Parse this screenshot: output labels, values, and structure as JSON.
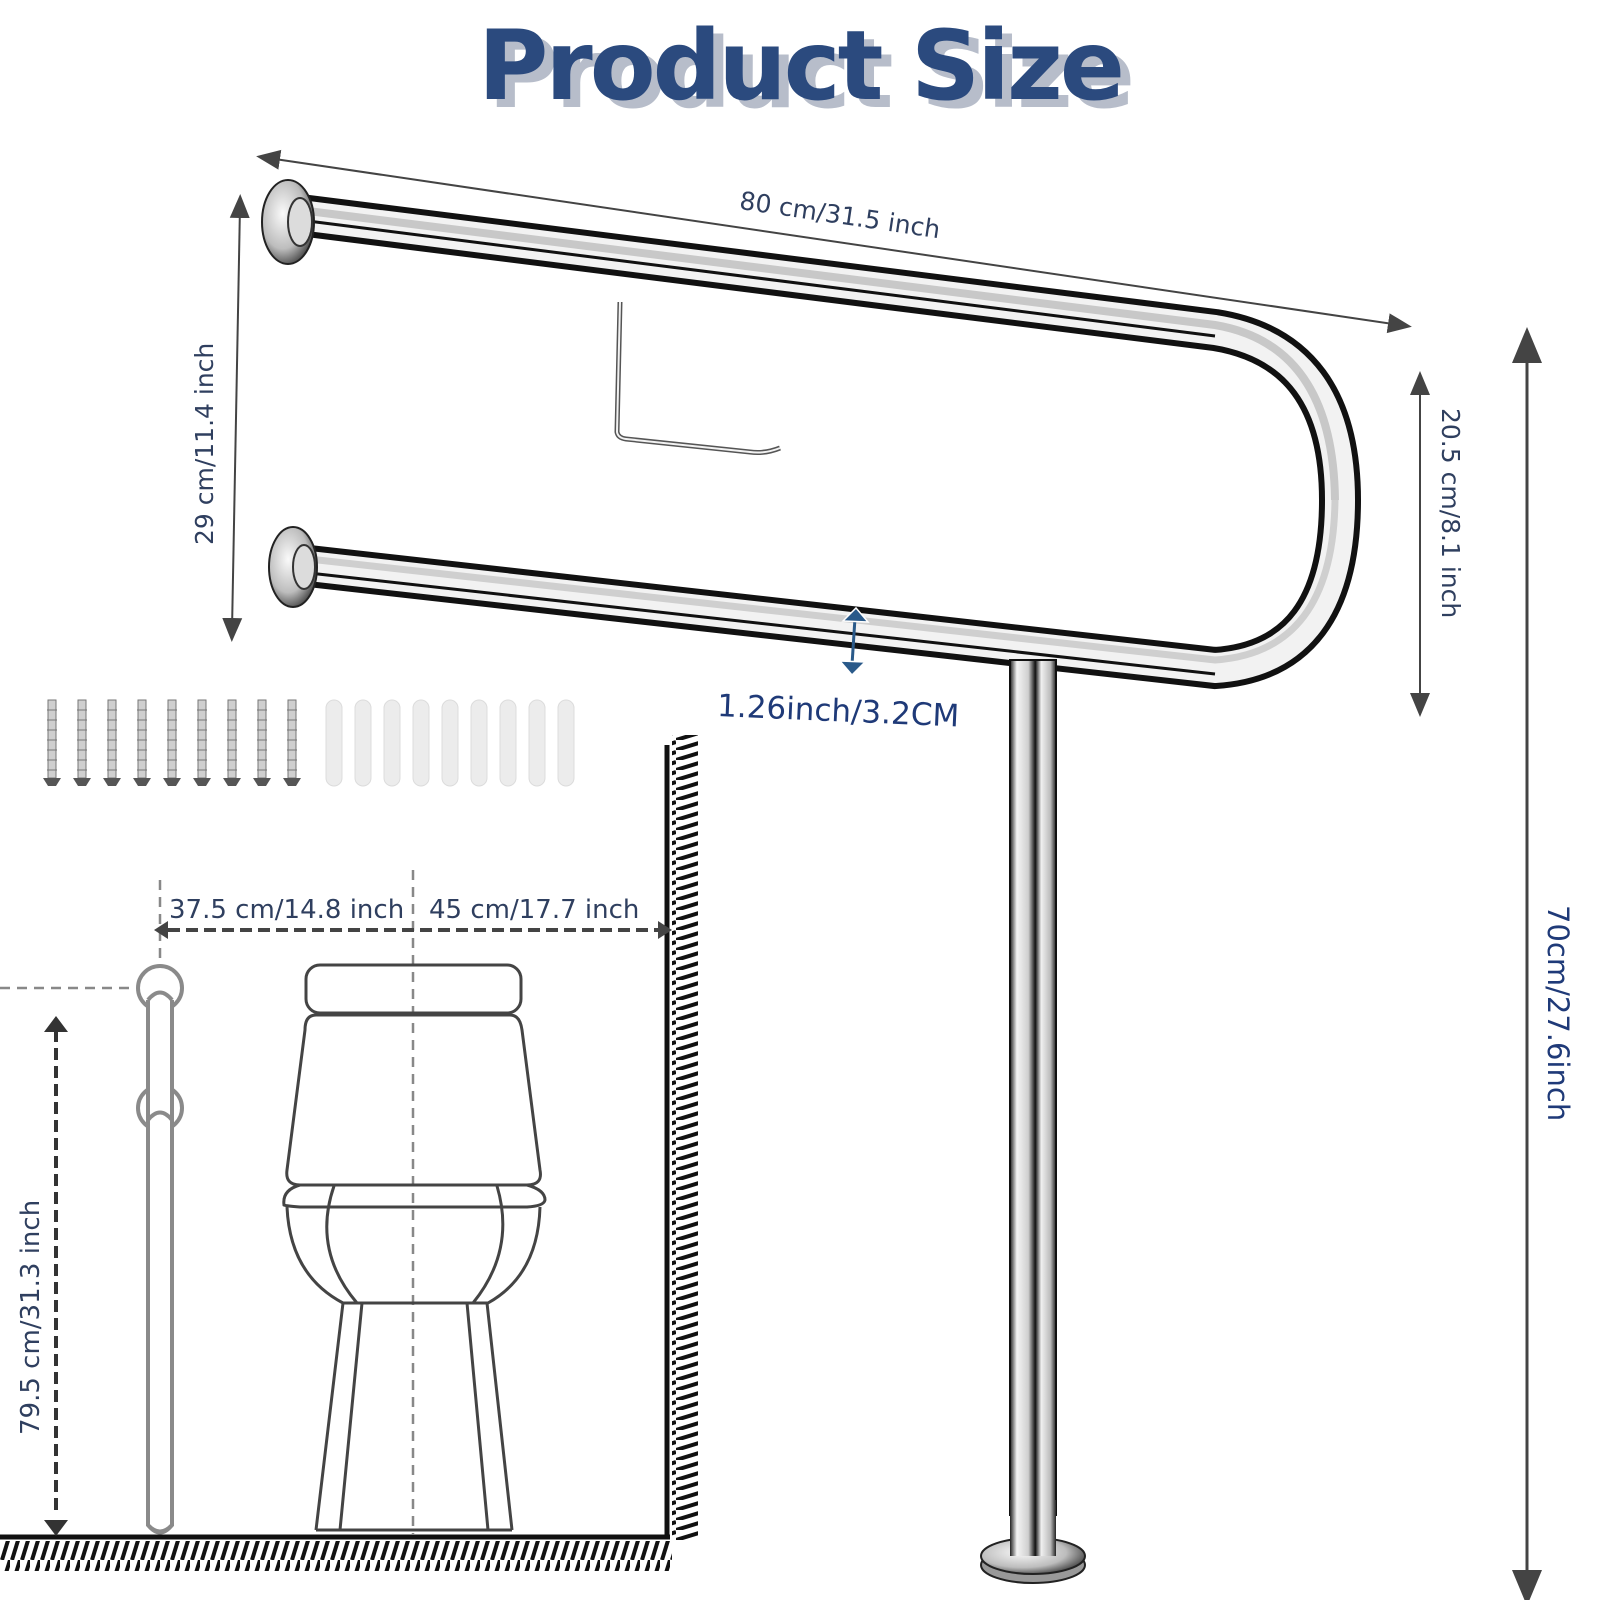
{
  "title": "Product Size",
  "colors": {
    "title": "#2b4a7e",
    "title_shadow": "#b7bdca",
    "label_text": "#2f3f5f",
    "dimension_line": "#444444",
    "drawing_stroke": "#444444",
    "chrome_dark": "#111111",
    "chrome_light": "#f4f4f4"
  },
  "dimensions": {
    "overall_length": "80 cm/31.5 inch",
    "arm_spacing": "29 cm/11.4 inch",
    "inner_spacing": "20.5 cm/8.1 inch",
    "tube_diameter": "1.26inch/3.2CM",
    "support_leg_height": "70cm/27.6inch"
  },
  "installation": {
    "left_offset": "37.5 cm/14.8 inch",
    "wall_offset": "45 cm/17.7 inch",
    "mount_height": "79.5 cm/31.3 inch"
  },
  "accessories": {
    "screws_count": 9,
    "anchors_count": 9
  }
}
